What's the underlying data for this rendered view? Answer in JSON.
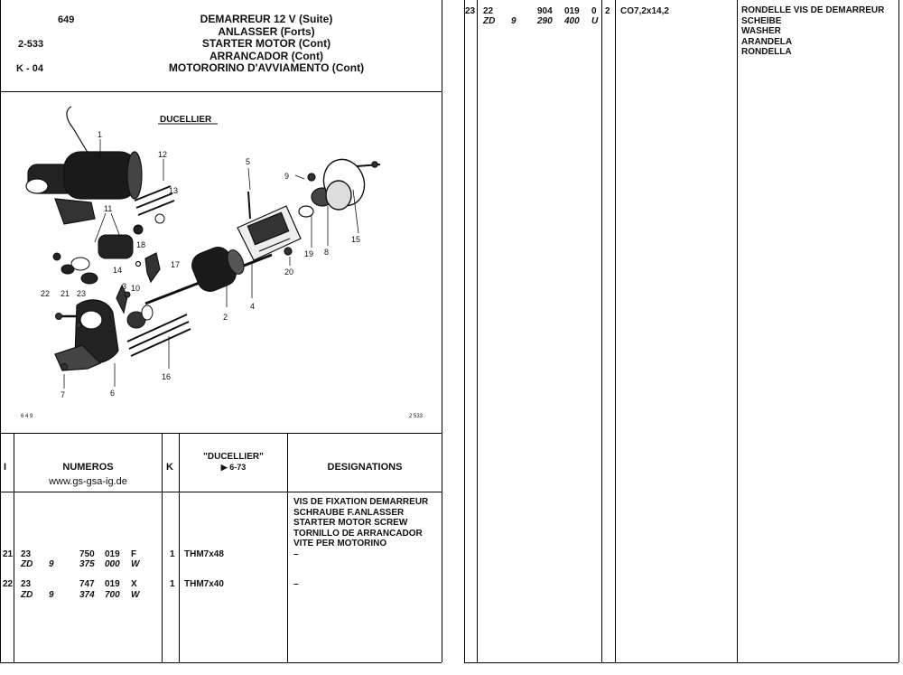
{
  "header": {
    "page_number": "649",
    "code": "2-533",
    "section": "K - 04",
    "titles": [
      "DEMARREUR 12 V (Suite)",
      "ANLASSER (Forts)",
      "STARTER MOTOR (Cont)",
      "ARRANCADOR (Cont)",
      "MOTORORINO D'AVVIAMENTO (Cont)"
    ]
  },
  "figure": {
    "brand_label": "DUCELLIER",
    "ref_left": "6 4 9",
    "ref_right": "2 533",
    "callouts": [
      "1",
      "2",
      "3",
      "4",
      "5",
      "6",
      "7",
      "8",
      "9",
      "10",
      "11",
      "12",
      "13",
      "14",
      "15",
      "16",
      "17",
      "18",
      "19",
      "20",
      "21",
      "22",
      "23"
    ]
  },
  "table_header": {
    "col_i": "I",
    "col_numeros": "NUMEROS",
    "website": "www.gs-gsa-ig.de",
    "col_k": "K",
    "ducellier_line1": "\"DUCELLIER\"",
    "ducellier_line2": "▶ 6-73",
    "col_designations": "DESIGNATIONS"
  },
  "rows_left": [
    {
      "index": "21",
      "num_line1": [
        "23",
        "750",
        "019",
        "F"
      ],
      "num_line2": [
        "ZD",
        "9",
        "375",
        "000",
        "W"
      ],
      "k": "1",
      "spec": "THM7x48",
      "designations": [
        "VIS DE FIXATION DEMARREUR",
        "SCHRAUBE F.ANLASSER",
        "STARTER MOTOR SCREW",
        "TORNILLO DE ARRANCADOR",
        "VITE PER MOTORINO",
        "–"
      ]
    },
    {
      "index": "22",
      "num_line1": [
        "23",
        "747",
        "019",
        "X"
      ],
      "num_line2": [
        "ZD",
        "9",
        "374",
        "700",
        "W"
      ],
      "k": "1",
      "spec": "THM7x40",
      "designations": [
        "–"
      ]
    }
  ],
  "rows_right": [
    {
      "index": "23",
      "num_line1": [
        "22",
        "904",
        "019",
        "0"
      ],
      "num_line2": [
        "ZD",
        "9",
        "290",
        "400",
        "U"
      ],
      "k": "2",
      "spec": "CO7,2x14,2",
      "designations": [
        "RONDELLE VIS DE DEMARREUR",
        "SCHEIBE",
        "WASHER",
        "ARANDELA",
        "RONDELLA"
      ]
    }
  ]
}
